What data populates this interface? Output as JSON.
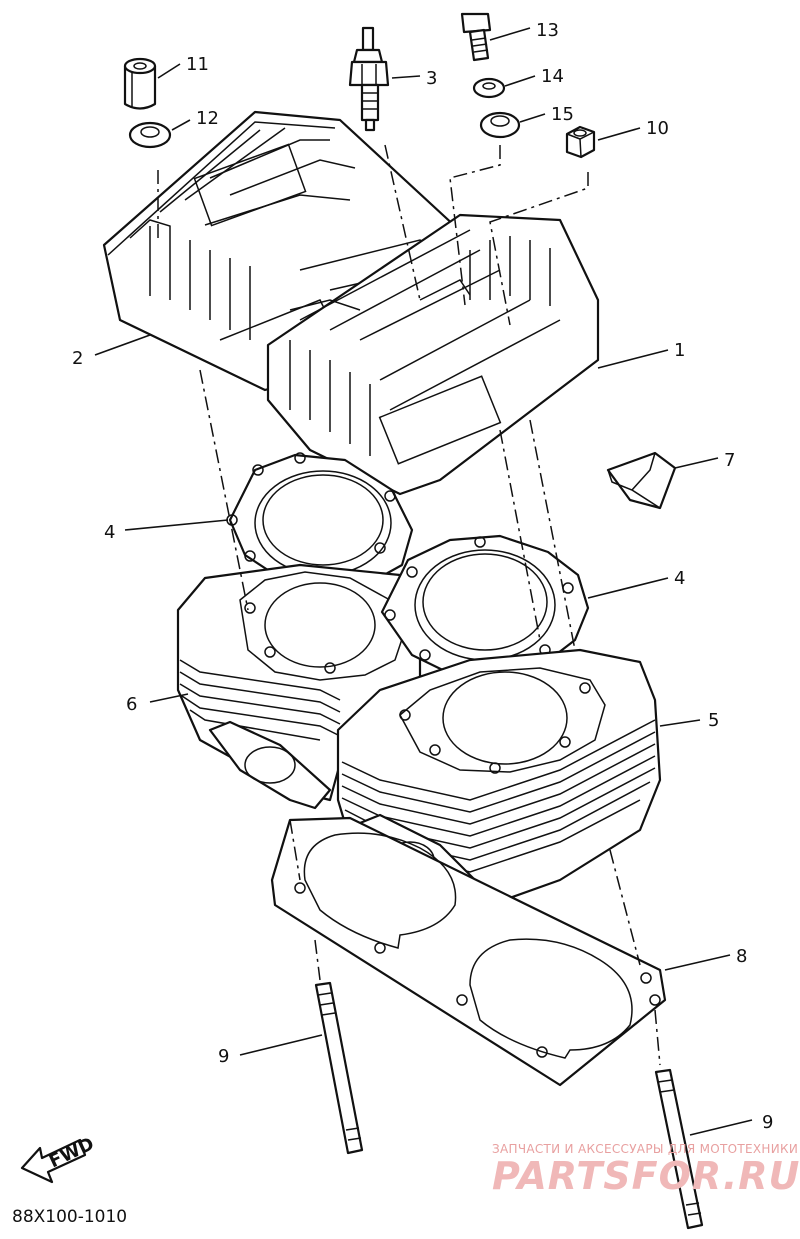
{
  "callouts": {
    "c1": "1",
    "c2": "2",
    "c3": "3",
    "c4a": "4",
    "c4b": "4",
    "c5": "5",
    "c6": "6",
    "c7": "7",
    "c8": "8",
    "c9a": "9",
    "c9b": "9",
    "c10": "10",
    "c11": "11",
    "c12": "12",
    "c13": "13",
    "c14": "14",
    "c15": "15"
  },
  "fwd_label": "FWD",
  "diagram_code": "88X100-1010",
  "watermark": {
    "line1": "ЗАПЧАСТИ И АКСЕССУАРЫ ДЛЯ МОТОТЕХНИКИ",
    "line2": "PARTSFOR.RU"
  }
}
